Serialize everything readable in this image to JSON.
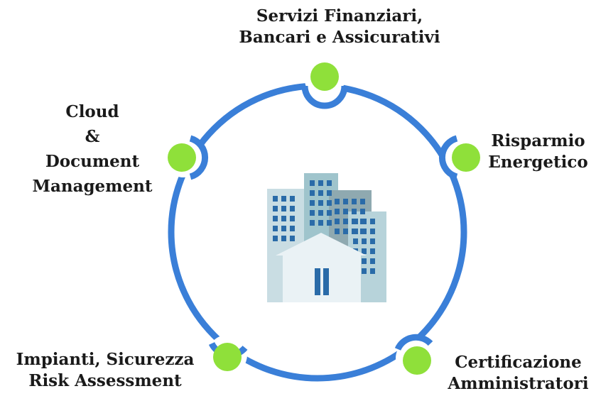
{
  "diagram": {
    "colors": {
      "ring": "#3a7fd8",
      "node": "#8fe03a",
      "background": "#ffffff",
      "text": "#1a1a1a",
      "building_dark": "#8fa9b0",
      "building_mid": "#9fc4cc",
      "building_light": "#c9dde3",
      "window": "#2a6ba8",
      "house": "#eaf2f5"
    },
    "nodes": [
      {
        "id": "top",
        "lines": [
          "Servizi Finanziari,",
          "Bancari e Assicurativi"
        ]
      },
      {
        "id": "right",
        "lines": [
          "Risparmio",
          "Energetico"
        ]
      },
      {
        "id": "bottom-right",
        "lines": [
          "Certificazione",
          "Amministratori"
        ]
      },
      {
        "id": "bottom-left",
        "lines": [
          "Impianti, Sicurezza",
          "Risk Assessment"
        ]
      },
      {
        "id": "left",
        "lines": [
          "Cloud",
          "&",
          "Document",
          "Management"
        ]
      }
    ],
    "center_icon": "city-building-icon"
  }
}
